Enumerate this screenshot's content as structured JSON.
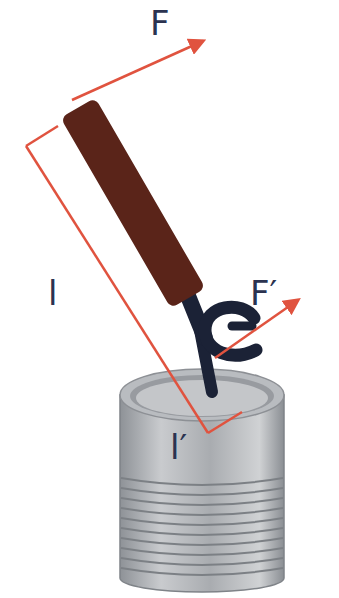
{
  "diagram": {
    "labels": [
      "F",
      "F′",
      "l",
      "l′"
    ]
  }
}
